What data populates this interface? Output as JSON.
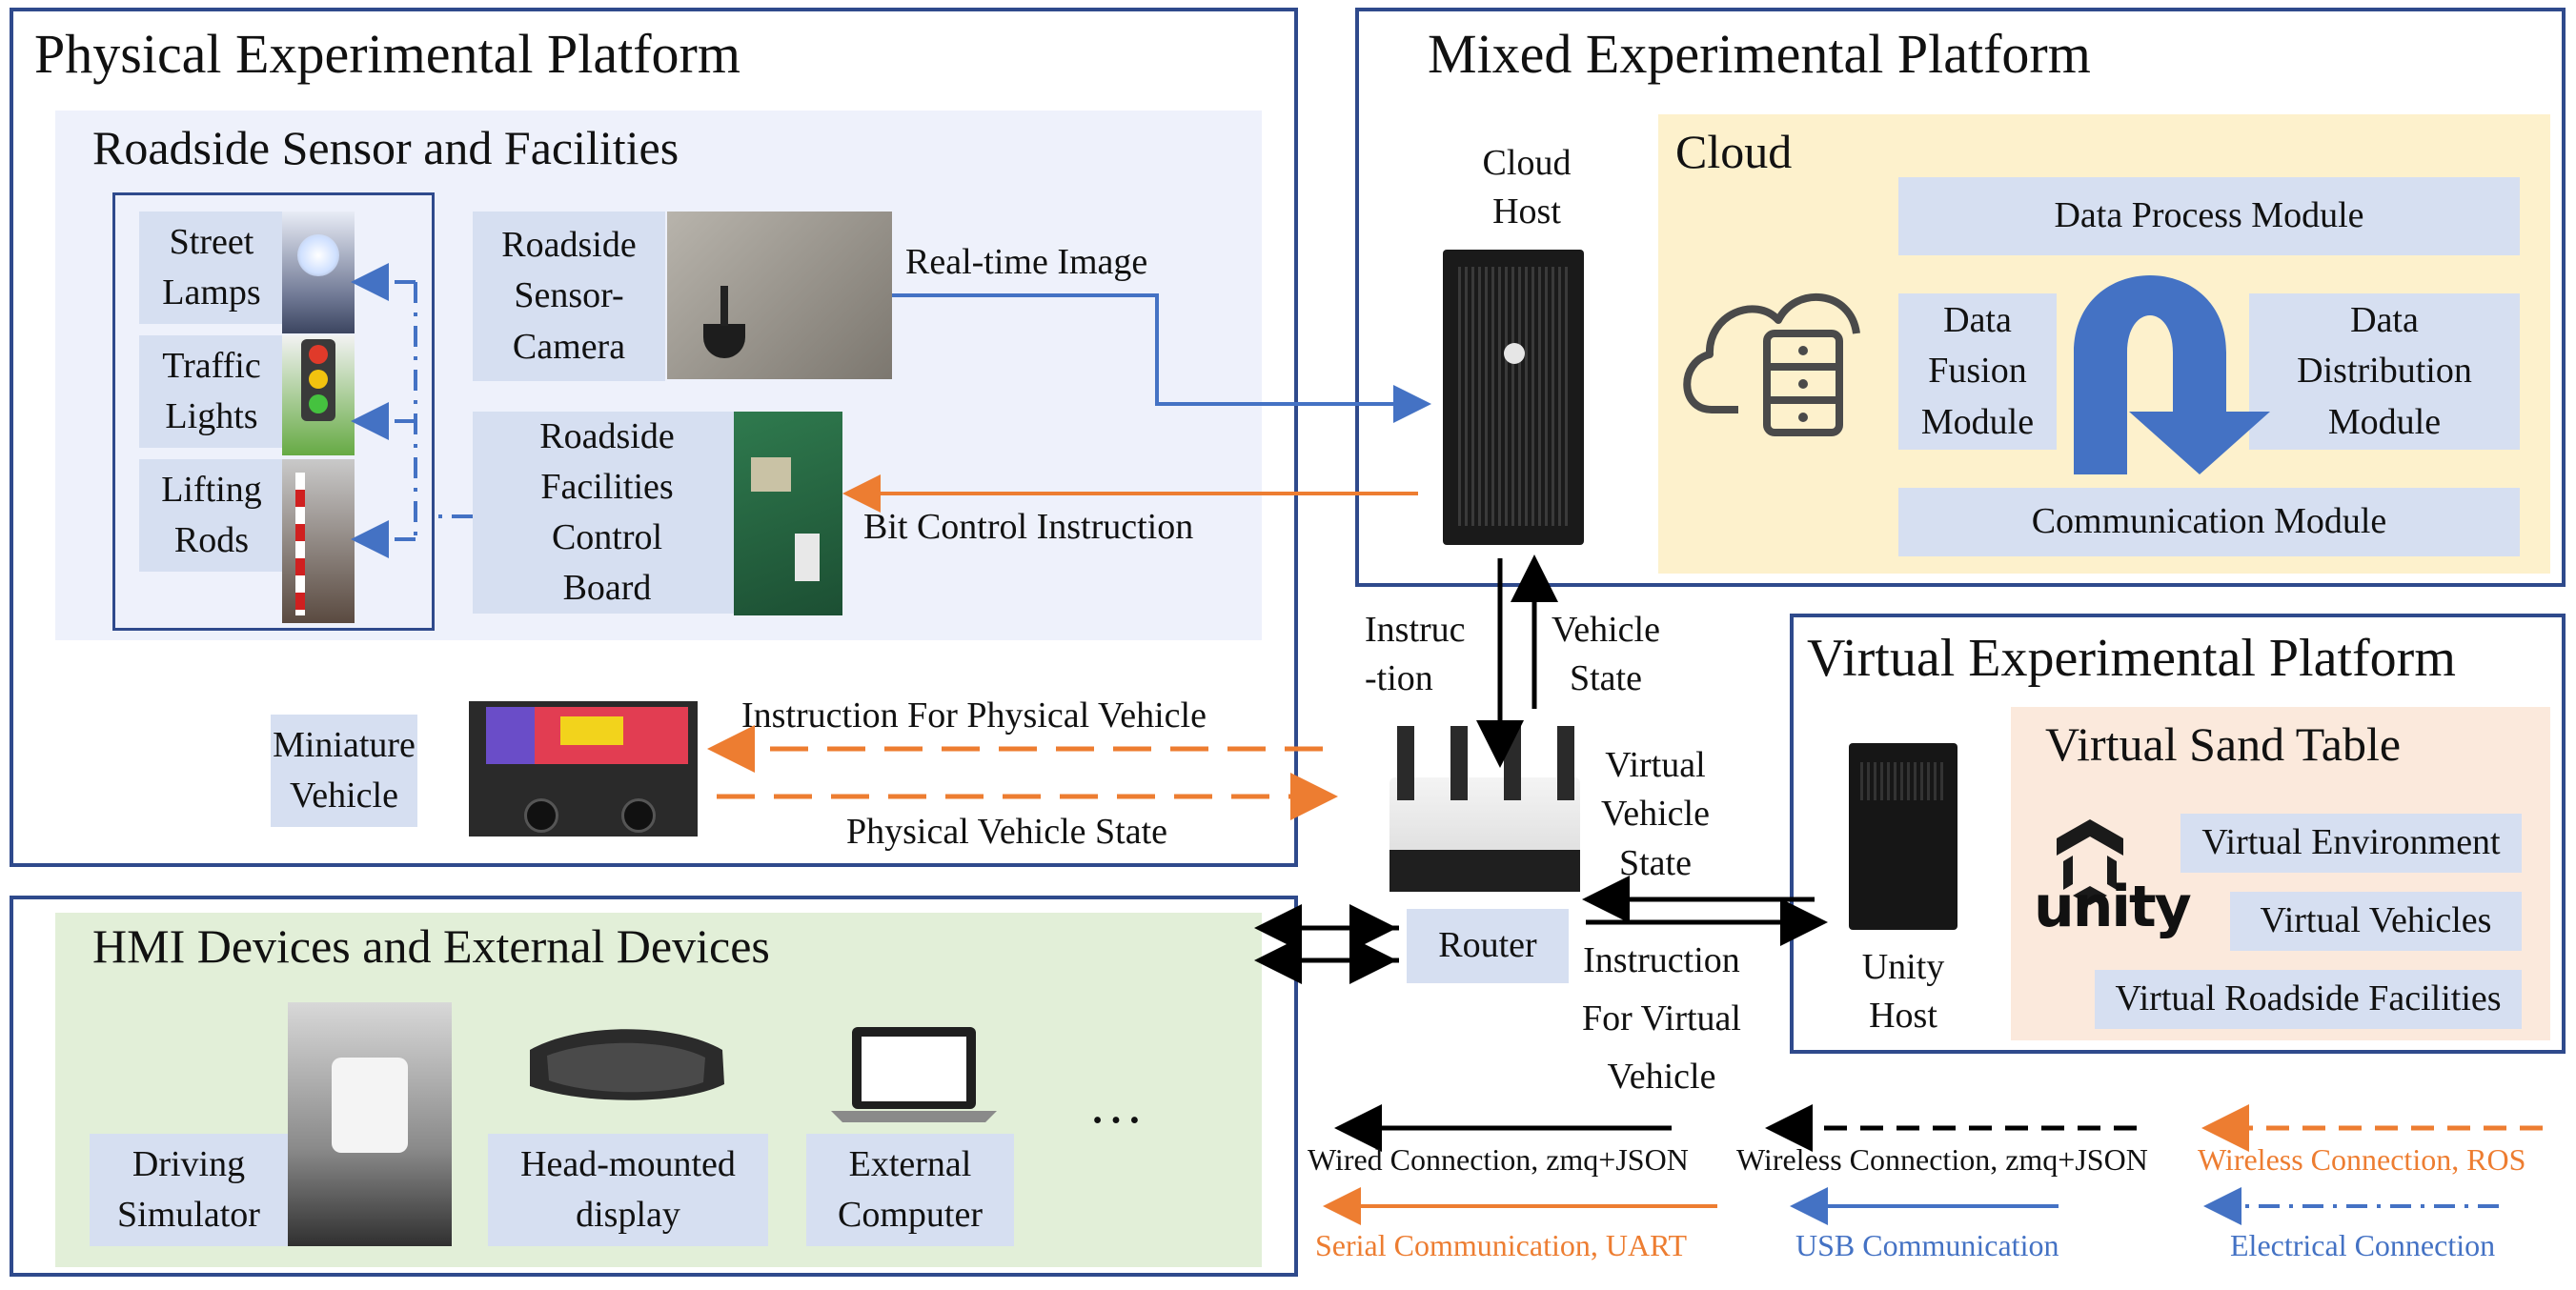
{
  "platforms": {
    "physical": {
      "title": "Physical Experimental Platform",
      "roadside": {
        "title": "Roadside Sensor and Facilities",
        "street_lamps": "Street\nLamps",
        "traffic_lights": "Traffic\nLights",
        "lifting_rods": "Lifting\nRods",
        "camera": "Roadside\nSensor-\nCamera",
        "control_board": "Roadside\nFacilities\nControl\nBoard"
      },
      "miniature_vehicle": "Miniature\nVehicle"
    },
    "mixed": {
      "title": "Mixed Experimental Platform",
      "cloud_host": "Cloud\nHost",
      "cloud": {
        "title": "Cloud",
        "data_process": "Data Process Module",
        "data_fusion": "Data\nFusion\nModule",
        "data_distribution": "Data\nDistribution\nModule",
        "communication": "Communication Module"
      }
    },
    "virtual": {
      "title": "Virtual Experimental Platform",
      "sand_table": "Virtual Sand Table",
      "unity_logo": "unity",
      "virtual_environment": "Virtual Environment",
      "virtual_vehicles": "Virtual Vehicles",
      "virtual_roadside": "Virtual Roadside Facilities",
      "unity_host": "Unity\nHost"
    },
    "hmi": {
      "title": "HMI Devices and External Devices",
      "driving_simulator": "Driving\nSimulator",
      "head_mounted": "Head-mounted\ndisplay",
      "external_computer": "External\nComputer",
      "ellipsis": "…"
    }
  },
  "router": "Router",
  "flows": {
    "realtime_image": "Real-time Image",
    "bit_control": "Bit Control Instruction",
    "instruction": "Instruc\n-tion",
    "vehicle_state": "Vehicle\nState",
    "instr_physical": "Instruction For Physical Vehicle",
    "physical_state": "Physical Vehicle State",
    "virtual_state": "Virtual\nVehicle\nState",
    "instr_virtual": "Instruction\nFor Virtual\nVehicle"
  },
  "legend": {
    "wired": "Wired Connection, zmq+JSON",
    "wireless": "Wireless Connection, zmq+JSON",
    "wireless_ros": "Wireless Connection, ROS",
    "serial": "Serial Communication, UART",
    "usb": "USB Communication",
    "electrical": "Electrical Connection"
  },
  "colors": {
    "frame": "#2f4a8c",
    "chip": "#d6dff1",
    "physical_bg": "#eef1fb",
    "cloud_bg": "#fdf1cc",
    "sand_bg": "#fbe9dc",
    "hmi_bg": "#e2efd8",
    "blue_line": "#4472c4",
    "orange_line": "#ed7d31",
    "black_line": "#000000"
  }
}
